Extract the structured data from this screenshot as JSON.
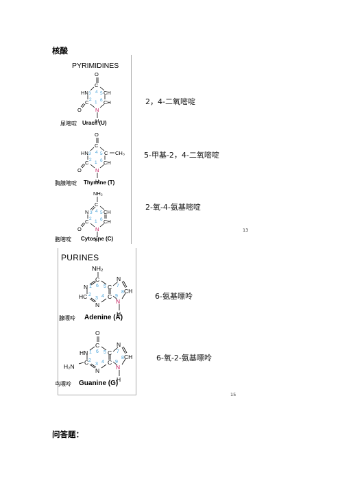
{
  "title": "核酸",
  "pyrimidines": {
    "header": "PYRIMIDINES",
    "uracil": {
      "cn": "尿嘧啶",
      "en": "Uracil (U)",
      "note": "2，4-二氧嘧啶"
    },
    "thymine": {
      "cn": "胸腺嘧啶",
      "en": "Thymine (T)",
      "note": "5-甲基-2，4-二氧嘧啶"
    },
    "cytosine": {
      "cn": "胞嘧啶",
      "en": "Cytosine (C)",
      "note": "2-氧-4-氨基嘧啶"
    },
    "page_number": "13"
  },
  "purines": {
    "header": "PURINES",
    "adenine": {
      "cn": "腺嘌呤",
      "en": "Adenine (A)",
      "note": "6-氨基嘌呤"
    },
    "guanine": {
      "cn": "鸟嘌呤",
      "en": "Guanine (G)",
      "note": "6-氧-2-氨基嘌呤"
    },
    "page_number": "15"
  },
  "section_qa": "问答题：",
  "atoms": {
    "O": "O",
    "N": "N",
    "C": "C",
    "H": "H",
    "HN": "HN",
    "CH": "CH",
    "CH3": "CH₃",
    "NH2": "NH₂",
    "H2N": "H₂N",
    "HC": "HC"
  },
  "ring_numbers": {
    "n1": "1",
    "n2": "2",
    "n3": "3",
    "n4": "4",
    "n5": "5",
    "n6": "6",
    "n7": "7",
    "n8": "8",
    "n9": "9"
  },
  "colors": {
    "ring_number": "#4aa3d9",
    "n_glycosidic": "#c2185b",
    "border": "#a9a9a9"
  }
}
